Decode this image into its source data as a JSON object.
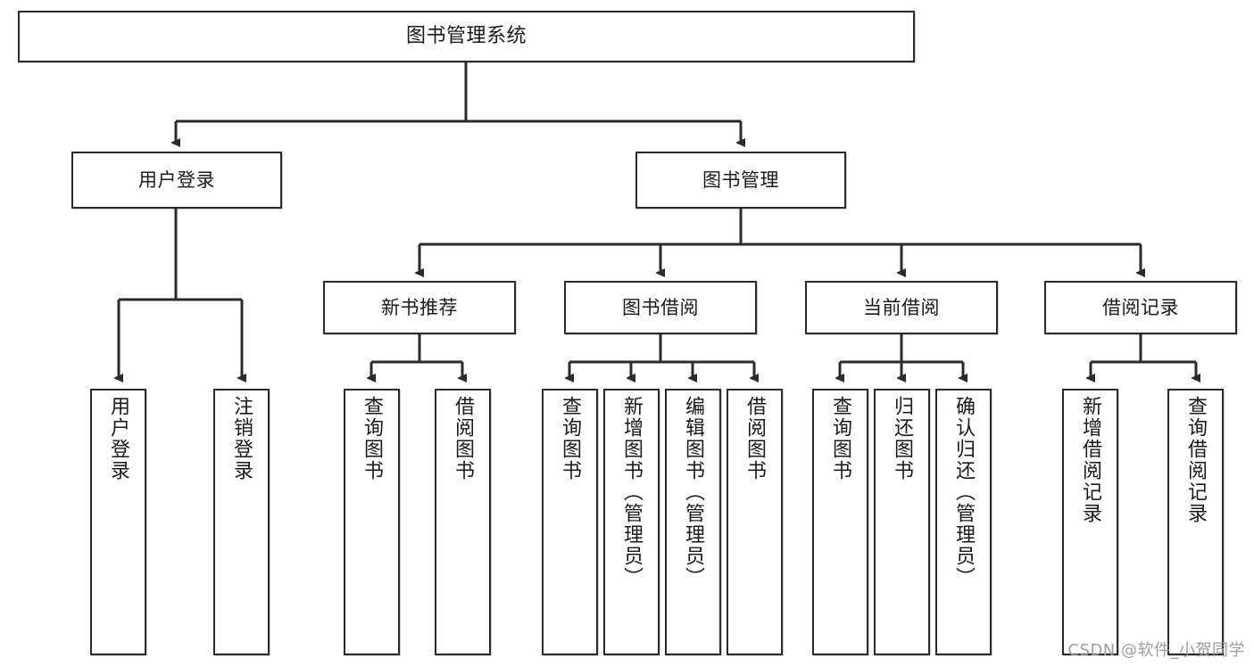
{
  "diagram": {
    "title": "图书管理系统",
    "type": "hierarchy-tree",
    "watermark": "CSDN @软件_小贺同学",
    "colors": {
      "box_border": "#2b2b2b",
      "box_fill": "#ffffff",
      "edge": "#2b2b2b",
      "text": "#1a1a1a",
      "watermark": "#9d9d9d"
    }
  },
  "nodes": {
    "root": {
      "label": "图书管理系统"
    },
    "level2": [
      {
        "label": "用户登录"
      },
      {
        "label": "图书管理"
      }
    ],
    "level3": [
      {
        "label": "新书推荐"
      },
      {
        "label": "图书借阅"
      },
      {
        "label": "当前借阅"
      },
      {
        "label": "借阅记录"
      }
    ],
    "leaves": {
      "user_login": [
        {
          "label": "用户登录"
        },
        {
          "label": "注销登录"
        }
      ],
      "new_book_recommend": [
        {
          "label": "查询图书"
        },
        {
          "label": "借阅图书"
        }
      ],
      "book_borrow": [
        {
          "label": "查询图书"
        },
        {
          "label": "新增图书（管理员）"
        },
        {
          "label": "编辑图书（管理员）"
        },
        {
          "label": "借阅图书"
        }
      ],
      "current_borrow": [
        {
          "label": "查询图书"
        },
        {
          "label": "归还图书"
        },
        {
          "label": "确认归还（管理员）"
        }
      ],
      "borrow_record": [
        {
          "label": "新增借阅记录"
        },
        {
          "label": "查询借阅记录"
        }
      ]
    }
  }
}
